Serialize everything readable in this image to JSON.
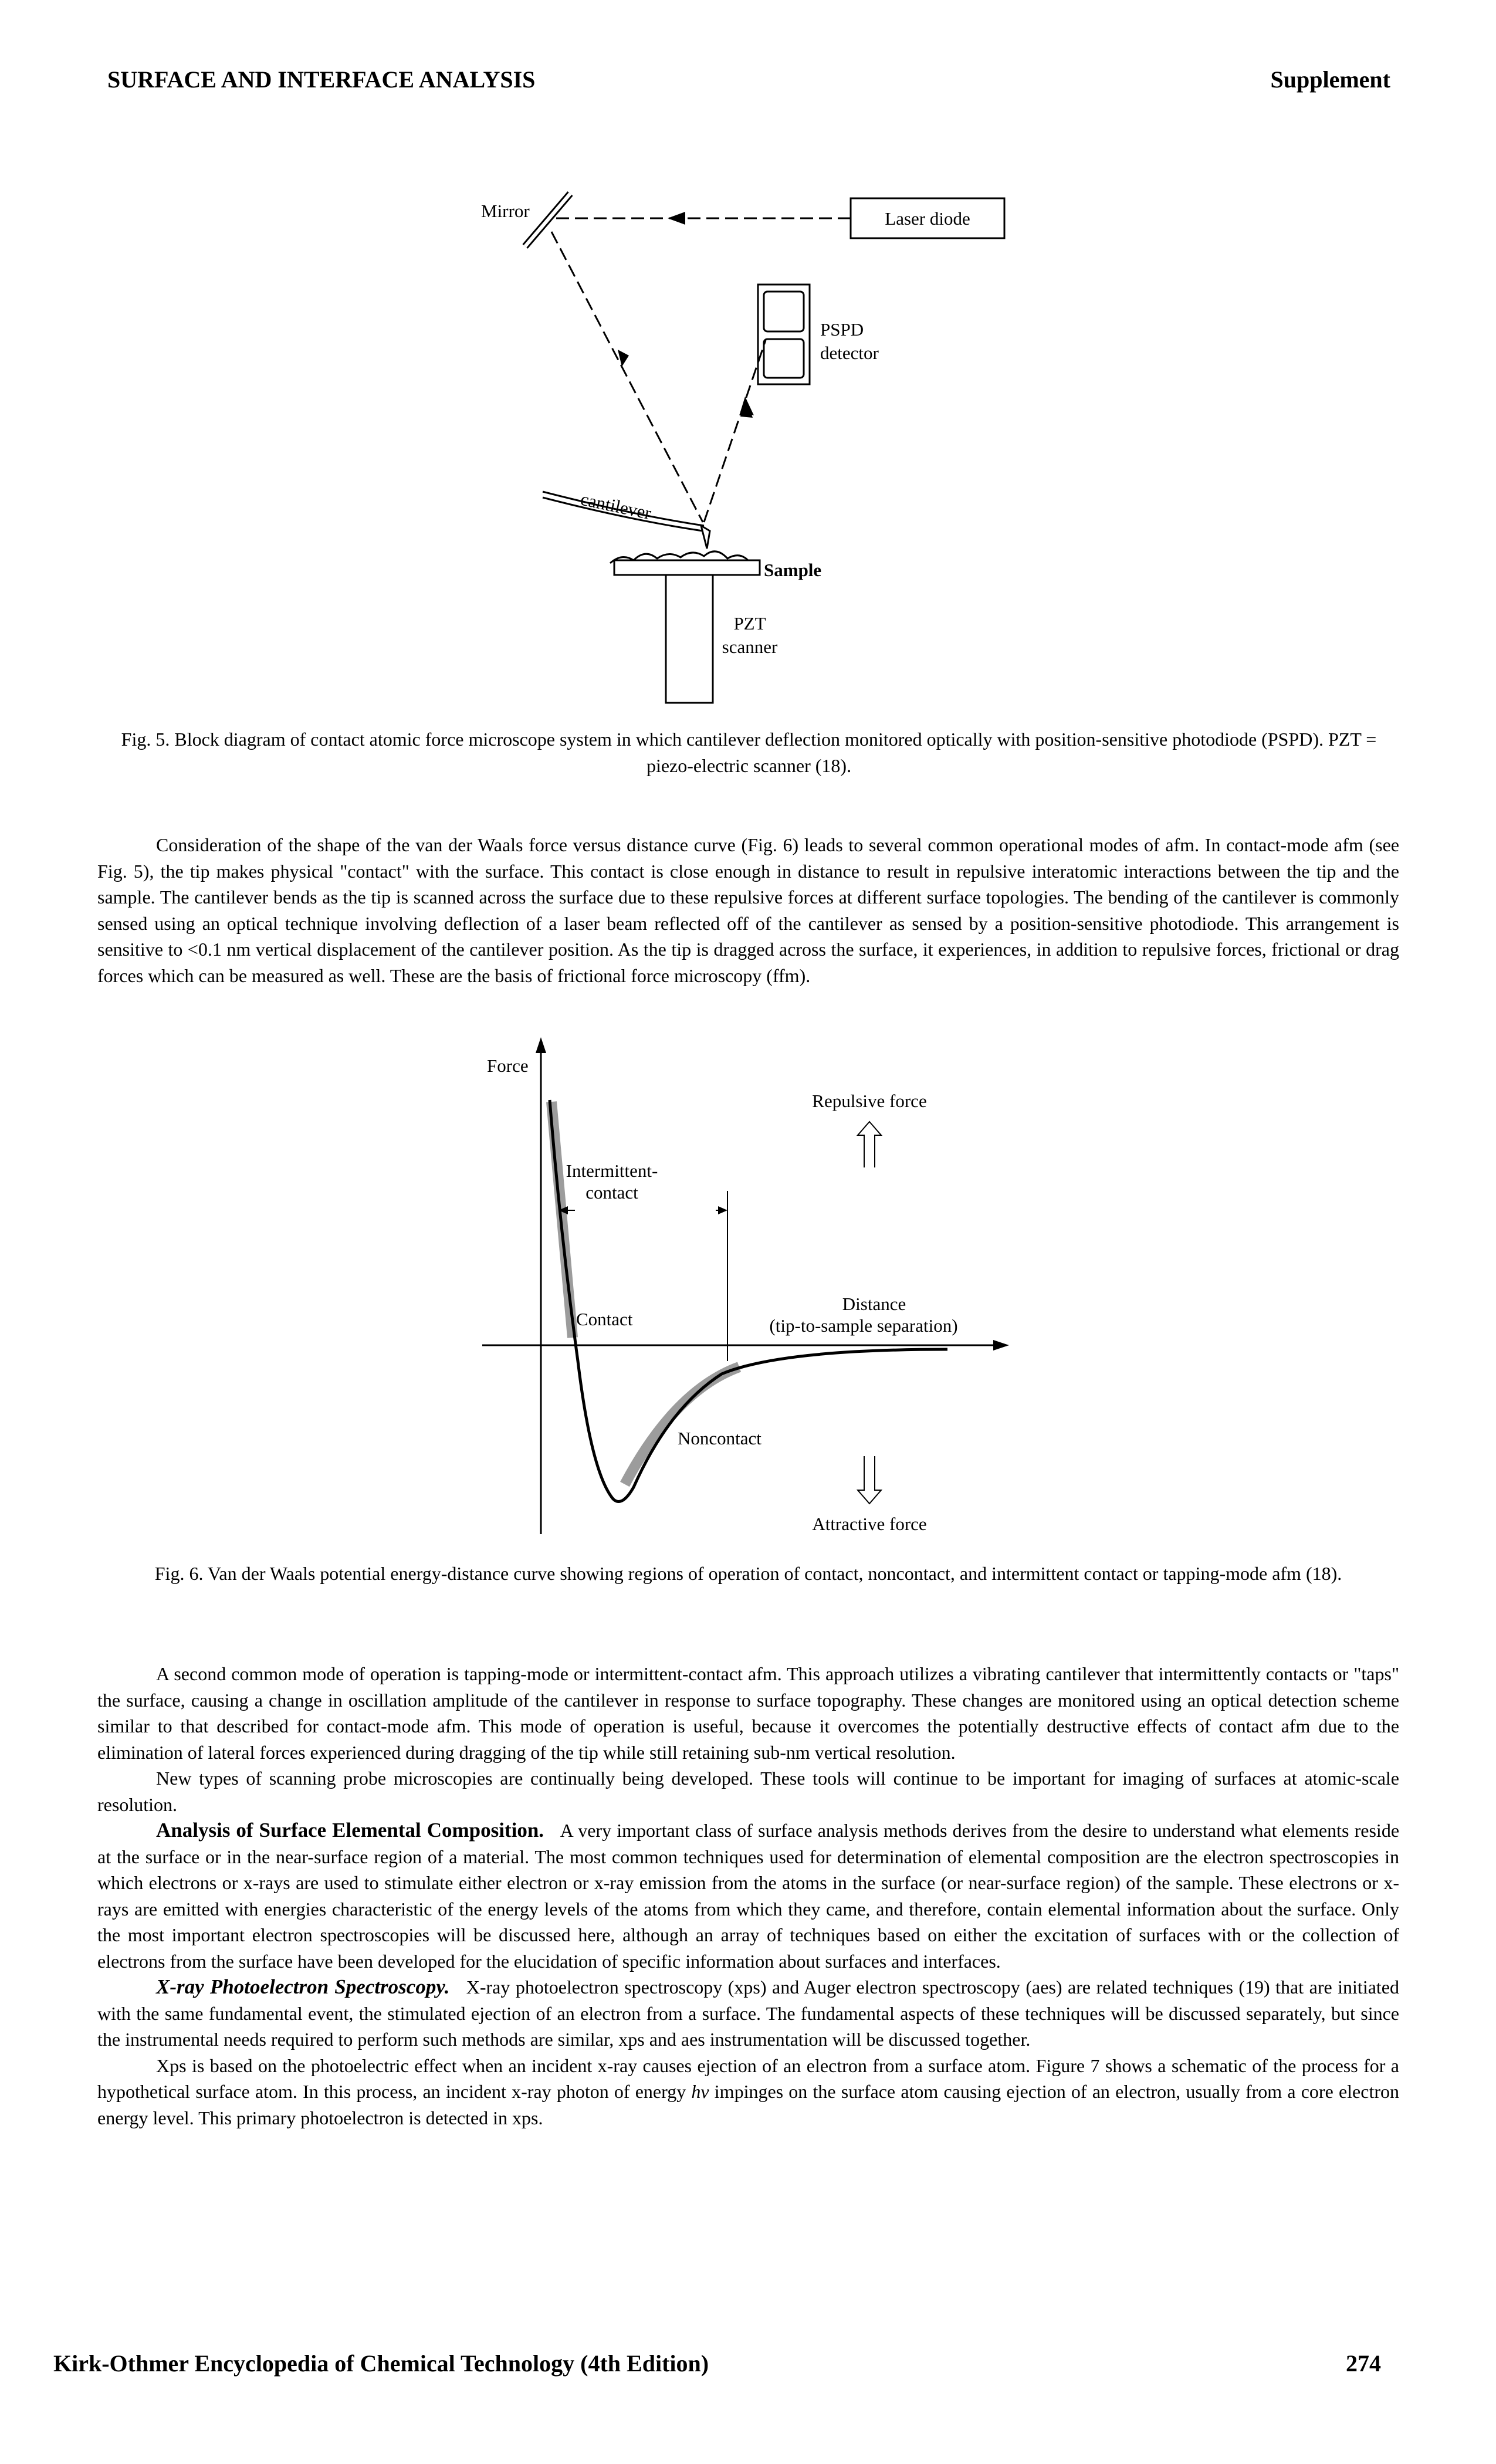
{
  "header": {
    "journal_title": "SURFACE AND INTERFACE ANALYSIS",
    "section": "Supplement"
  },
  "figure5": {
    "labels": {
      "mirror": "Mirror",
      "laser": "Laser diode",
      "pspd_line1": "PSPD",
      "pspd_line2": "detector",
      "cantilever": "cantilever",
      "sample": "Sample",
      "pzt_line1": "PZT",
      "pzt_line2": "scanner"
    },
    "caption": "Fig. 5. Block diagram of contact atomic force microscope system in which cantilever deflection monitored optically with position-sensitive photodiode (PSPD). PZT = piezo-electric scanner (18)."
  },
  "para1": "Consideration of the shape of the van der Waals force versus distance curve (Fig. 6) leads to several common operational modes of afm. In contact-mode afm (see Fig. 5), the tip makes physical \"contact\" with the surface. This contact is close enough in distance to result in repulsive interatomic interactions between the tip and the sample. The cantilever bends as the tip is scanned across the surface due to these repulsive forces at different surface topologies. The bending of the cantilever is commonly sensed using an optical technique involving deflection of a laser beam reflected off of the cantilever as sensed by a position-sensitive photodiode. This arrangement is sensitive to <0.1 nm vertical displacement of the cantilever position. As the tip is dragged across the surface, it experiences, in addition to repulsive forces, frictional or drag forces which can be measured as well. These are the basis of frictional force microscopy (ffm).",
  "figure6": {
    "labels": {
      "force": "Force",
      "repulsive": "Repulsive force",
      "intermittent_line1": "Intermittent-",
      "intermittent_line2": "contact",
      "contact": "Contact",
      "distance_line1": "Distance",
      "distance_line2": "(tip-to-sample separation)",
      "noncontact": "Noncontact",
      "attractive": "Attractive force"
    },
    "caption": "Fig. 6. Van der Waals potential energy-distance curve showing regions of operation of contact, noncontact, and intermittent contact or tapping-mode afm (18)."
  },
  "para2": "A second common mode of operation is tapping-mode or intermittent-contact afm. This approach utilizes a vibrating cantilever that intermittently contacts or \"taps\" the surface, causing a change in oscillation amplitude of the cantilever in response to surface topography. These changes are monitored using an optical detection scheme similar to that described for contact-mode afm. This mode of operation is useful, because it overcomes the potentially destructive effects of contact afm due to the elimination of lateral forces experienced during dragging of the tip while still retaining sub-nm vertical resolution.",
  "para3": "New types of scanning probe microscopies are continually being developed. These tools will continue to be important for imaging of surfaces at atomic-scale resolution.",
  "section_elemental": {
    "heading": "Analysis of Surface Elemental Composition.",
    "text": "A very important class of surface analysis methods derives from the desire to understand what elements reside at the surface or in the near-surface region of a material. The most common techniques used for determination of elemental composition are the electron spectroscopies in which electrons or x-rays are used to stimulate either electron or x-ray emission from the atoms in the surface (or near-surface region) of the sample. These electrons or x-rays are emitted with energies characteristic of the energy levels of the atoms from which they came, and therefore, contain elemental information about the surface. Only the most important electron spectroscopies will be discussed here, although an array of techniques based on either the excitation of surfaces with or the collection of electrons from the surface have been developed for the elucidation of specific information about surfaces and interfaces."
  },
  "section_xps": {
    "heading": "X-ray Photoelectron Spectroscopy.",
    "text": "X-ray photoelectron spectroscopy (xps) and Auger electron spectroscopy (aes) are related techniques (19) that are initiated with the same fundamental event, the stimulated ejection of an electron from a surface. The fundamental aspects of these techniques will be discussed separately, but since the instrumental needs required to perform such methods are similar, xps and aes instrumentation will be discussed together."
  },
  "para_xps2": {
    "text_before": "Xps is based on the photoelectric effect when an incident x-ray causes ejection of an electron from a surface atom. Figure 7 shows a schematic of the process for a hypothetical surface atom. In this process, an incident x-ray photon of energy ",
    "symbol": "hν",
    "text_after": " impinges on the surface atom causing ejection of an electron, usually from a core electron energy level. This primary photoelectron is detected in xps."
  },
  "footer": {
    "book_title": "Kirk-Othmer Encyclopedia of Chemical Technology (4th Edition)",
    "page_number": "274"
  }
}
